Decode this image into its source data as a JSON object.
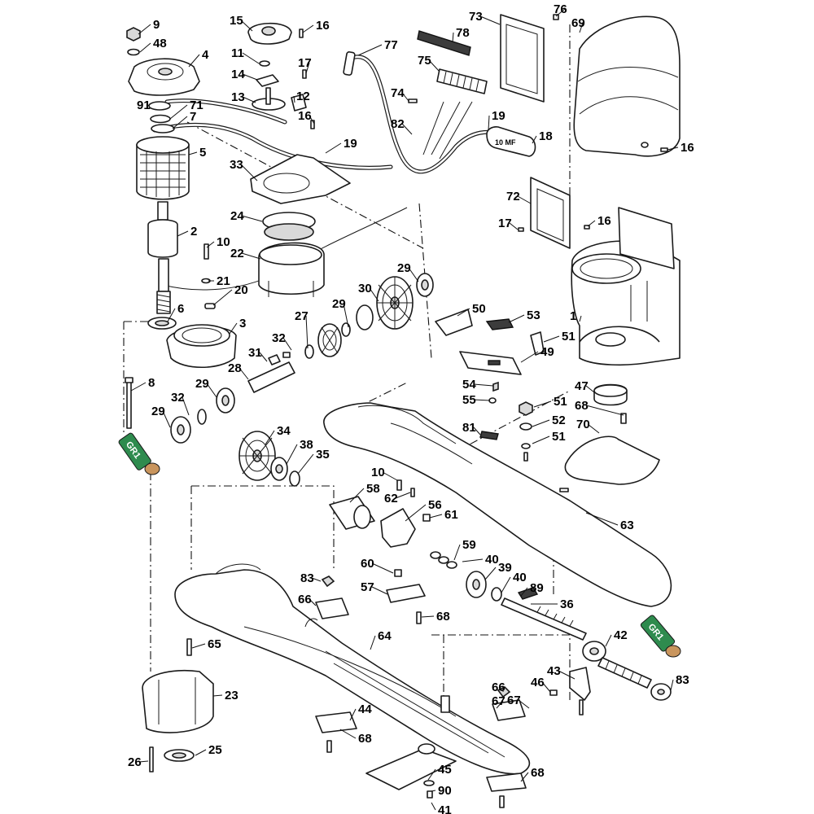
{
  "callouts": [
    "9",
    "48",
    "4",
    "91",
    "71",
    "7",
    "5",
    "2",
    "6",
    "3",
    "8",
    "32",
    "29",
    "15",
    "16",
    "11",
    "14",
    "13",
    "17",
    "12",
    "16",
    "77",
    "19",
    "33",
    "24",
    "22",
    "10",
    "21",
    "20",
    "31",
    "28",
    "29",
    "32",
    "27",
    "29",
    "30",
    "29",
    "34",
    "38",
    "35",
    "73",
    "76",
    "69",
    "78",
    "75",
    "74",
    "82",
    "19",
    "18",
    "72",
    "17",
    "16",
    "16",
    "1",
    "50",
    "53",
    "51",
    "49",
    "54",
    "55",
    "51",
    "52",
    "51",
    "68",
    "47",
    "70",
    "81",
    "10",
    "62",
    "58",
    "56",
    "61",
    "59",
    "60",
    "40",
    "39",
    "40",
    "57",
    "89",
    "36",
    "63",
    "83",
    "66",
    "64",
    "68",
    "65",
    "23",
    "26",
    "25",
    "67",
    "68",
    "44",
    "45",
    "90",
    "41",
    "42",
    "43",
    "46",
    "83",
    "66",
    "67",
    "68"
  ],
  "capacitor_label": "10 MF",
  "tags": [
    "GR1",
    "GR1"
  ],
  "colors": {
    "tag_green": "#2e8b4e",
    "tag_tan": "#c9955d",
    "ink": "#1a1a1a"
  }
}
